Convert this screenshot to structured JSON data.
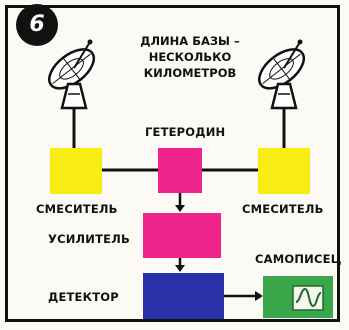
{
  "figure_number": "6",
  "caption": {
    "line1": "ДЛИНА БАЗЫ –",
    "line2": "НЕСКОЛЬКО",
    "line3": "КИЛОМЕТРОВ"
  },
  "blocks": {
    "local_oscillator": "ГЕТЕРОДИН",
    "mixer_left": "СМЕСИТЕЛЬ",
    "mixer_right": "СМЕСИТЕЛЬ",
    "amplifier": "УСИЛИТЕЛЬ",
    "detector": "ДЕТЕКТОР",
    "recorder": "САМОПИСЕЦ"
  },
  "colors": {
    "mixer": "#f7ec14",
    "oscillator": "#ef238c",
    "amplifier": "#ef238c",
    "detector": "#2a31a8",
    "recorder": "#3aa84a"
  },
  "icons": {
    "antenna": "satellite-dish-icon",
    "recorder_trace": "waveform-icon"
  }
}
